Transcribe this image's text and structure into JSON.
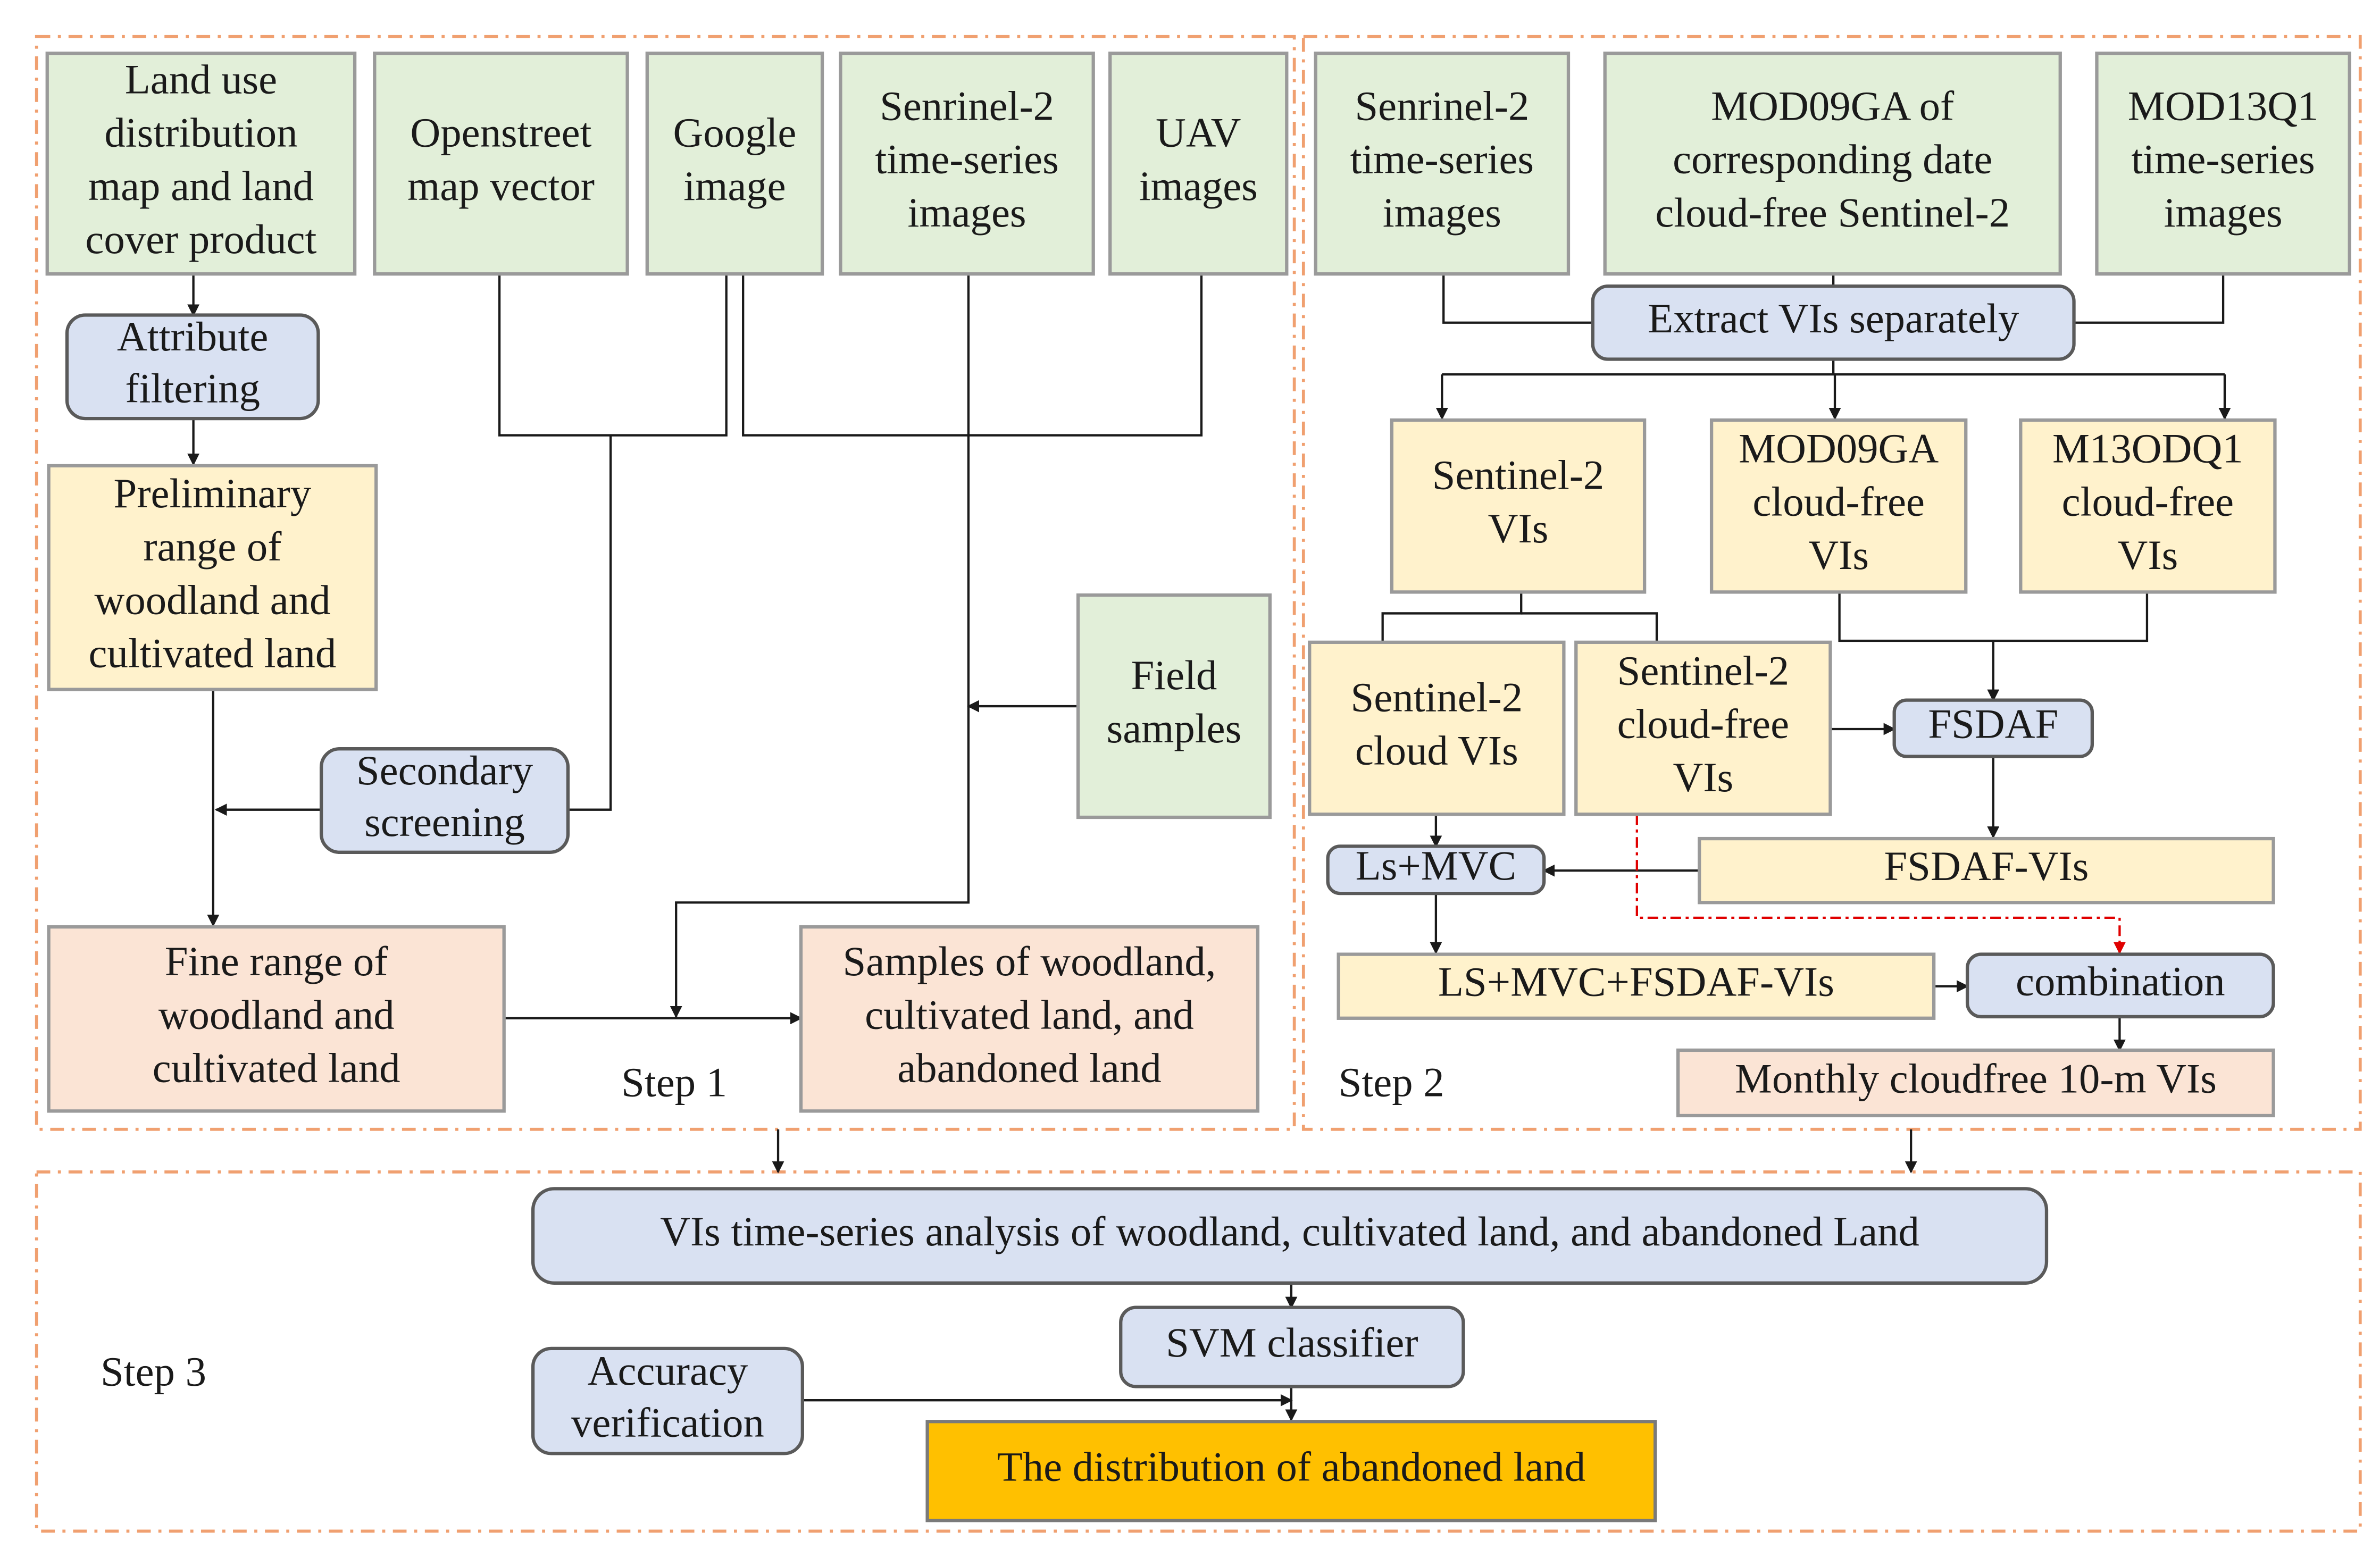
{
  "steps": {
    "step1": "Step 1",
    "step2": "Step 2",
    "step3": "Step 3"
  },
  "nodes": {
    "landuse": [
      "Land use",
      "distribution",
      "map and land",
      "cover product"
    ],
    "osm": [
      "Openstreet",
      "map vector"
    ],
    "google": [
      "Google",
      "image"
    ],
    "s2ts_a": [
      "Senrinel-2",
      "time-series",
      "images"
    ],
    "uav": [
      "UAV",
      "images"
    ],
    "attr_filter": [
      "Attribute",
      "filtering"
    ],
    "prelim": [
      "Preliminary",
      "range of",
      "woodland and",
      "cultivated land"
    ],
    "field": [
      "Field",
      "samples"
    ],
    "secondary": [
      "Secondary",
      "screening"
    ],
    "fine_range": [
      "Fine range of",
      "woodland and",
      "cultivated land"
    ],
    "samples": [
      "Samples of woodland,",
      "cultivated land, and",
      "abandoned land"
    ],
    "s2ts_b": [
      "Senrinel-2",
      "time-series",
      "images"
    ],
    "mod09ga": [
      "MOD09GA of",
      "corresponding date",
      "cloud-free Sentinel-2"
    ],
    "mod13q1": [
      "MOD13Q1",
      "time-series",
      "images"
    ],
    "extract": [
      "Extract VIs separately"
    ],
    "s2vis": [
      "Sentinel-2",
      "VIs"
    ],
    "mod09ga_vis": [
      "MOD09GA",
      "cloud-free",
      "VIs"
    ],
    "m13odq1_vis": [
      "M13ODQ1",
      "cloud-free",
      "VIs"
    ],
    "s2cloud": [
      "Sentinel-2",
      "cloud VIs"
    ],
    "s2cloudfree": [
      "Sentinel-2",
      "cloud-free",
      "VIs"
    ],
    "fsdaf": [
      "FSDAF"
    ],
    "lsmvc": [
      "Ls+MVC"
    ],
    "fsdaf_vis": [
      "FSDAF-VIs"
    ],
    "lsmvcfsdaf": [
      "LS+MVC+FSDAF-VIs"
    ],
    "combination": [
      "combination"
    ],
    "monthly": [
      "Monthly cloudfree 10-m VIs"
    ],
    "vis_ts": [
      "VIs time-series analysis of woodland, cultivated land, and abandoned Land"
    ],
    "svm": [
      "SVM classifier"
    ],
    "accuracy": [
      "Accuracy",
      "verification"
    ],
    "distribution": [
      "The distribution of abandoned land"
    ]
  },
  "colors": {
    "green": "#e2efd9",
    "yellow": "#fff2cc",
    "pink": "#fbe4d5",
    "blue": "#d9e1f2",
    "orange": "#ffc000",
    "frame": "#f0a070",
    "red_dashed": "#e00000"
  }
}
